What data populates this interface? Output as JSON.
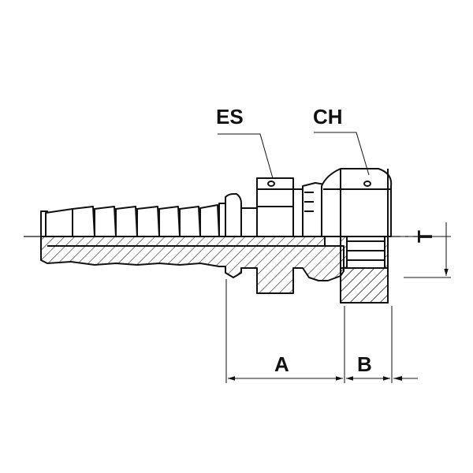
{
  "labels": {
    "es": "ES",
    "ch": "CH",
    "a": "A",
    "b": "B",
    "t": "T"
  },
  "colors": {
    "line": "#111111",
    "background": "#ffffff"
  }
}
